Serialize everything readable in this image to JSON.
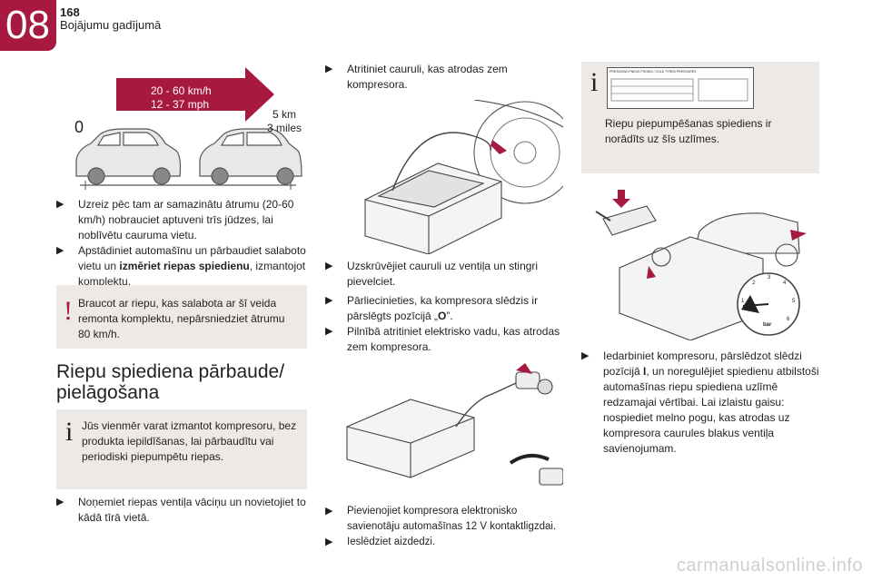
{
  "header": {
    "chapter": "08",
    "page_number": "168",
    "section": "Bojājumu gadījumā"
  },
  "speed_figure": {
    "speed_kmh": "20 - 60 km/h",
    "speed_mph": "12 - 37 mph",
    "start": "0",
    "distance_km": "5 km",
    "distance_miles": "3 miles"
  },
  "col1": {
    "bullet1": "Uzreiz pēc tam ar samazinātu ātrumu (20-60 km/h) nobrauciet aptuveni trīs jūdzes, lai noblīvētu cauruma vietu.",
    "bullet2_a": "Apstādiniet automašīnu un pārbaudiet salaboto vietu un ",
    "bullet2_bold": "izmēriet riepas spiedienu",
    "bullet2_b": ", izmantojot komplektu.",
    "warning": "Braucot ar riepu, kas salabota ar šī veida remonta komplektu, nepārsniedziet ātrumu 80 km/h.",
    "heading_line1": "Riepu spiediena pārbaude/",
    "heading_line2": "pielāgošana",
    "info": "Jūs vienmēr varat izmantot kompresoru, bez produkta iepildīšanas, lai pārbaudītu vai periodiski piepumpētu riepas.",
    "bullet3": "Noņemiet riepas ventiļa vāciņu un novietojiet to kādā tīrā vietā."
  },
  "col2": {
    "bullet1": "Atritiniet cauruli, kas atrodas zem kompresora.",
    "bullet2": "Uzskrūvējiet cauruli uz ventiļa un stingri pievelciet.",
    "bullet3_a": "Pārliecinieties, ka kompresora slēdzis ir pārslēgts pozīcijā „",
    "bullet3_bold": "O",
    "bullet3_b": "”.",
    "bullet4": "Pilnībā atritiniet elektrisko vadu, kas atrodas zem kompresora.",
    "bullet5": "Pievienojiet kompresora elektronisko savienotāju automašīnas 12 V kontaktligzdai.",
    "bullet6": "Ieslēdziet aizdedzi."
  },
  "col3": {
    "label_info": "Riepu piepumpēšanas spiediens ir norādīts uz šīs uzlīmes.",
    "label_title": "PRESSIONS PNEUS FROIDS / COLD TYRES PRESSURES",
    "gauge_unit": "bar",
    "gauge_ticks": [
      "1",
      "2",
      "3",
      "4",
      "5",
      "6"
    ],
    "bullet1_a": "Iedarbiniet kompresoru, pārslēdzot slēdzi pozīcijā ",
    "bullet1_bold": "I",
    "bullet1_b": ", un noregulējiet spiedienu atbilstoši automašīnas riepu spiediena uzlīmē redzamajai vērtībai. Lai izlaistu gaisu: nospiediet melno pogu, kas atrodas uz kompresora caurules blakus ventiļa savienojumam."
  },
  "icons": {
    "bullet": "triangle-bullet-icon",
    "warning": "exclamation-icon",
    "info": "info-icon"
  },
  "colors": {
    "brand": "#a8193f",
    "note_bg": "#ece9e6",
    "arrow": "#a8193f"
  },
  "footer": {
    "watermark": "carmanualsonline.info"
  }
}
